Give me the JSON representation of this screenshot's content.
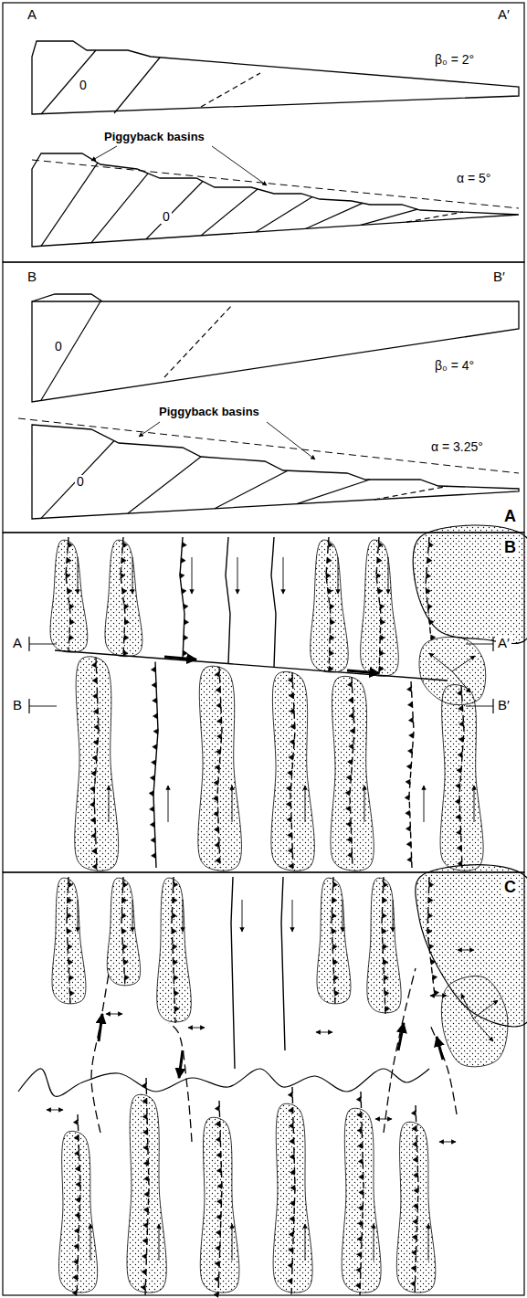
{
  "diagram": {
    "labels": [
      "A",
      "A′",
      "0",
      "β₀ = 2°",
      "Piggyback basins",
      "0",
      "α = 5°",
      "B",
      "B′",
      "0",
      "β₀ = 4°",
      "Piggyback basins",
      "0",
      "α = 3.25°",
      "A",
      "B",
      "A",
      "A′",
      "B",
      "B′",
      "C"
    ]
  }
}
